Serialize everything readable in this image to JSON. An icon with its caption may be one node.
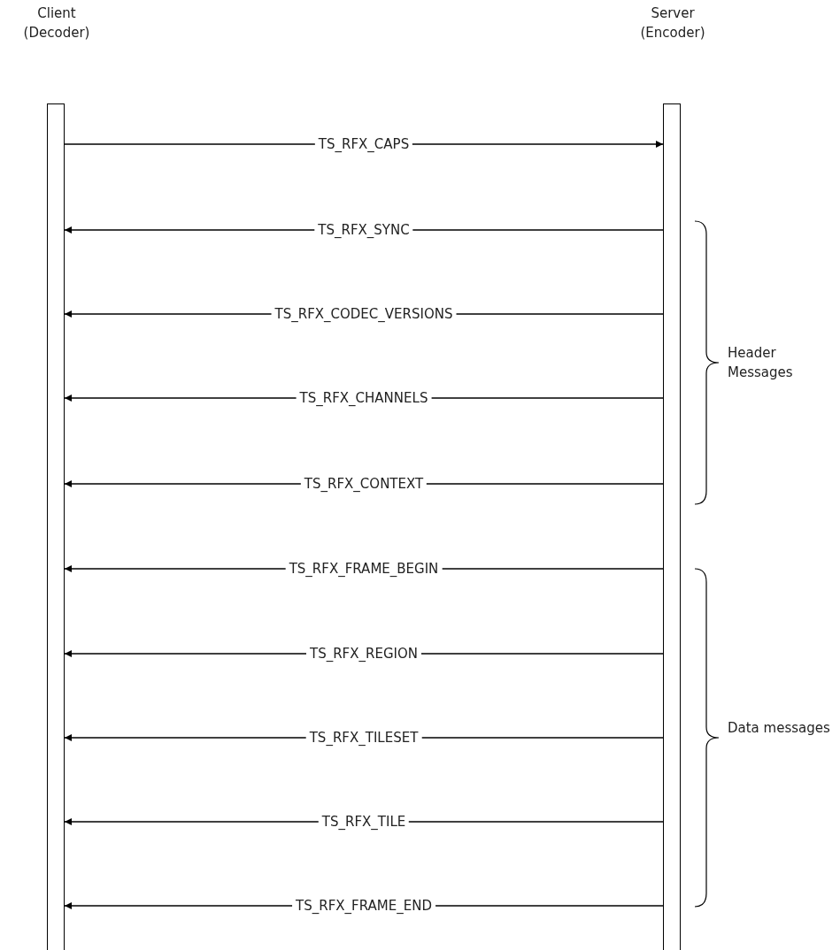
{
  "diagram": {
    "nodes": [
      {
        "text": [
          "Client (Decoder)"
        ]
      },
      {
        "text": [
          "Server (Encoder)"
        ]
      }
    ],
    "edges": [
      {
        "from": 0,
        "to": 1,
        "arrow": "to",
        "label": "TS_RFX_CAPS"
      },
      {
        "from": 1,
        "to": 0,
        "arrow": "to",
        "label": "TS_RFX_SYNC"
      },
      {
        "from": 1,
        "to": 0,
        "arrow": "to",
        "label": "TS_RFX_CODEC_VERSIONS"
      },
      {
        "from": 1,
        "to": 0,
        "arrow": "to",
        "label": "TS_RFX_CHANNELS"
      },
      {
        "from": 1,
        "to": 0,
        "arrow": "to",
        "label": "TS_RFX_CONTEXT"
      },
      {
        "from": 1,
        "to": 0,
        "arrow": "to",
        "label": "TS_RFX_FRAME_BEGIN"
      },
      {
        "from": 1,
        "to": 0,
        "arrow": "to",
        "label": "TS_RFX_REGION"
      },
      {
        "from": 1,
        "to": 0,
        "arrow": "to",
        "label": "TS_RFX_TILESET"
      },
      {
        "from": 1,
        "to": 0,
        "arrow": "to",
        "label": "TS_RFX_TILE"
      },
      {
        "from": 1,
        "to": 0,
        "arrow": "to",
        "label": "TS_RFX_FRAME_END"
      }
    ],
    "labels": [
      "Header Messages",
      "Data messages"
    ]
  }
}
